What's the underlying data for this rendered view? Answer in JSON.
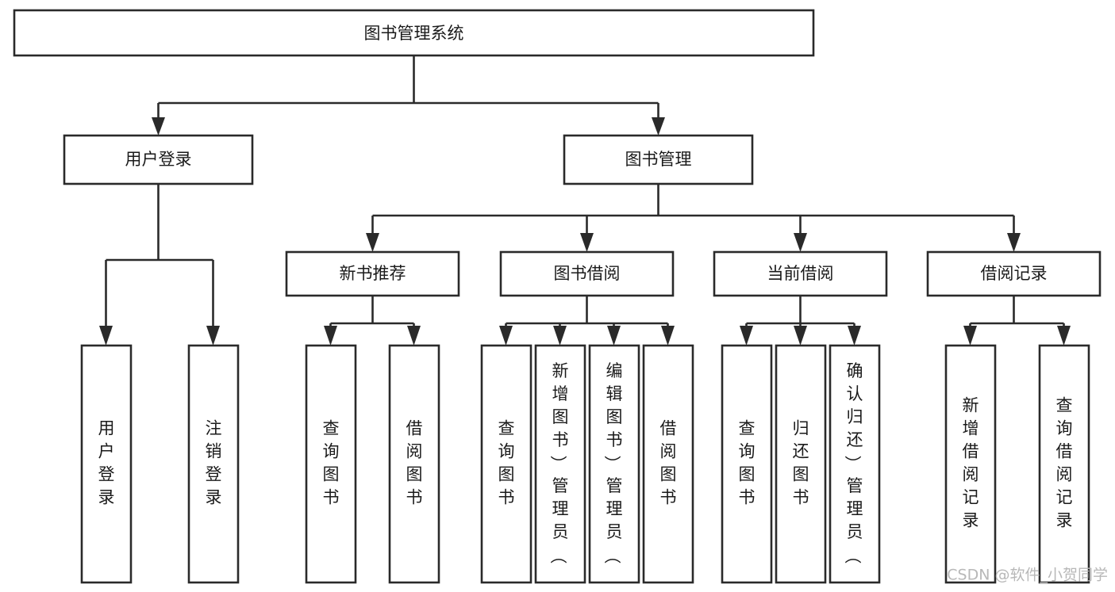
{
  "diagram": {
    "title_node": {
      "label": "图书管理系统"
    },
    "level2": [
      {
        "label": "用户登录"
      },
      {
        "label": "图书管理"
      }
    ],
    "level3": [
      {
        "label": "新书推荐"
      },
      {
        "label": "图书借阅"
      },
      {
        "label": "当前借阅"
      },
      {
        "label": "借阅记录"
      }
    ],
    "leaves": {
      "user_login": [
        {
          "label": "用户登录"
        },
        {
          "label": "注销登录"
        }
      ],
      "new_book_recommend": [
        {
          "label": "查询图书"
        },
        {
          "label": "借阅图书"
        }
      ],
      "book_borrow": [
        {
          "label": "查询图书"
        },
        {
          "label": "新增图书（管理员）"
        },
        {
          "label": "编辑图书（管理员）"
        },
        {
          "label": "借阅图书"
        }
      ],
      "current_borrow": [
        {
          "label": "查询图书"
        },
        {
          "label": "归还图书"
        },
        {
          "label": "确认归还（管理员）"
        }
      ],
      "borrow_record": [
        {
          "label": "新增借阅记录"
        },
        {
          "label": "查询借阅记录"
        }
      ]
    }
  },
  "watermark": {
    "text": "CSDN @软件_小贺同学"
  },
  "colors": {
    "stroke": "#2a2a2a",
    "box_fill": "#ffffff",
    "text": "#1a1a1a",
    "watermark": "#b8b8b8",
    "background": "#ffffff"
  }
}
